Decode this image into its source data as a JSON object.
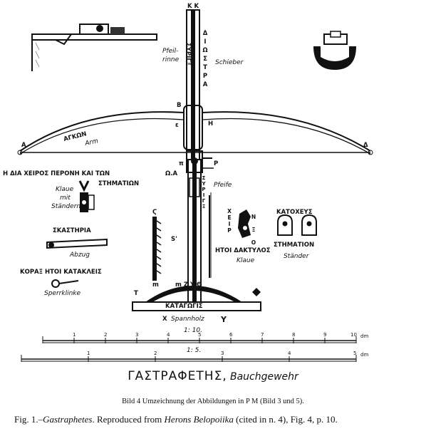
{
  "labels": {
    "kk": "K K",
    "shaft_text": "ΣΥΡΙΓΞ",
    "diostra": "ΔΙΩΣΤΡΑ",
    "schieber": "Schieber",
    "pfeilrinne_1": "Pfeil-",
    "pfeilrinne_2": "rinne",
    "arm_greek": "ΑΓΚΩΝ",
    "arm_de": "Arm",
    "point_a": "A",
    "point_delta": "Δ",
    "point_b": "B",
    "point_eps": "ε",
    "point_h": "H",
    "point_p": "P",
    "point_pi": "π",
    "hand_label": "Η ΔΙΑ ΧΕΙΡΟΣ ΠΕΡΟΝΗ ΚΑΙ ΤΩΝ",
    "stemation": "ΣΤΗΜΑΤΙΩΝ",
    "klaue_1": "Klaue",
    "klaue_2": "mit",
    "klaue_3": "Ständern",
    "omega_a": "Ω.Α",
    "syrinx_side": "ΣΥΡΙΓΞ",
    "pfeife": "Pfeife",
    "skastria": "ΣΚΑΣΤΗΡΙΑ",
    "abzug": "Abzug",
    "korax": "ΚΟΡΑΞ ΗΤΟΙ ΚΑΤΑΚΛΕΙΣ",
    "sperrklinke": "Sperrklinke",
    "letter_m": "m",
    "letter_s": "S'",
    "letter_t": "T",
    "letters_mzy": "m Z Y Θ",
    "cheir": "ΧΕΙΡ",
    "etoi_daktylos": "ΗΤΟΙ ΔΑΚΤΥΛΟΣ",
    "klaue_right": "Klaue",
    "nz": "N Ξ O",
    "katocheus": "ΚΑΤΟΧΕΥΣ",
    "stemation_right": "ΣΤΗΜΑΤΙΟΝ",
    "staender": "Ständer",
    "katagogis": "ΚΑΤΑΓΩΓΙΣ",
    "x_letter": "X",
    "spannholz": "Spannholz",
    "y_letter": "Y",
    "scale_1": "1: 10.",
    "scale_2": "1: 5.",
    "dm": "dm",
    "ticks_top": [
      "1",
      "2",
      "3",
      "4",
      "5",
      "6",
      "7",
      "8",
      "9",
      "10"
    ],
    "ticks_bottom": [
      "1",
      "2",
      "3",
      "4",
      "5"
    ]
  },
  "title": {
    "greek": "ΓΑΣΤΡΑΦΕΤΗΣ,",
    "german": "Bauchgewehr"
  },
  "bild": "Bild 4 Umzeichnung der Abbildungen in P M (Bild 3 und 5).",
  "fig": {
    "prefix": "Fig. 1.–",
    "name": "Gastraphetes",
    "mid": ". Reproduced from ",
    "source": "Herons Belopoiika",
    "suffix": " (cited in n. 4), Fig. 4, p. 10."
  }
}
